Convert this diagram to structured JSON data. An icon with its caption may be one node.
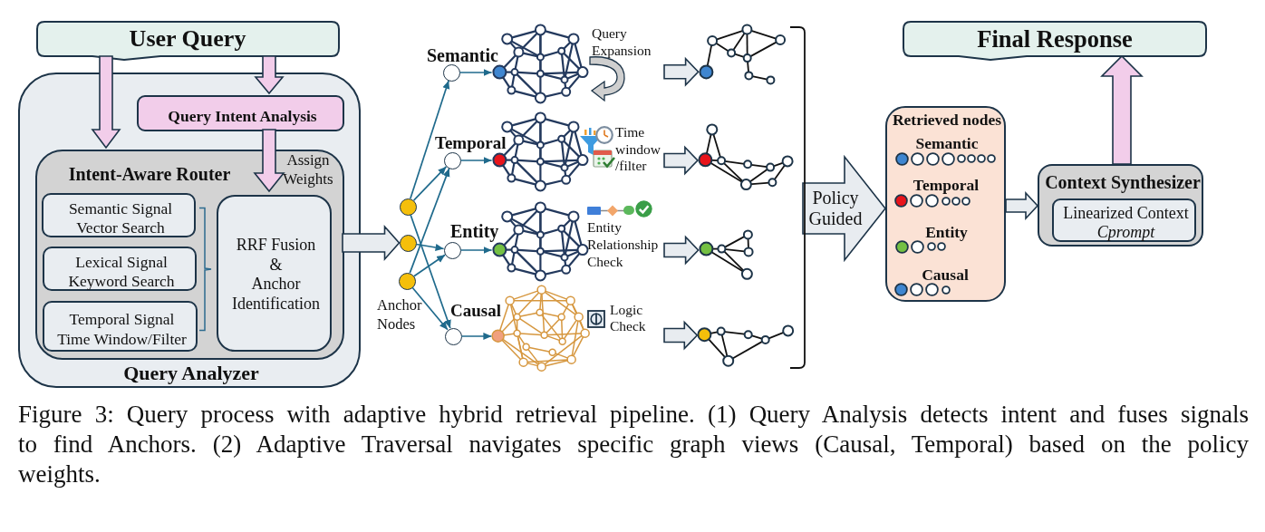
{
  "diagram": {
    "nodes": [
      {
        "text": [
          "User Query"
        ]
      },
      {
        "text": [
          "Query Analyzer"
        ]
      },
      {
        "text": [
          "Query Intent Analysis"
        ],
        "in": 1
      },
      {
        "text": [
          "Intent-Aware Router"
        ],
        "in": 1
      },
      {
        "text": [
          "Semantic Signal",
          "Vector Search"
        ],
        "in": 3
      },
      {
        "text": [
          "Lexical Signal",
          "Keyword Search"
        ],
        "in": 3
      },
      {
        "text": [
          "Temporal Signal",
          "Time Window/Filter"
        ],
        "in": 3
      },
      {
        "text": [
          "RRF Fusion & Anchor Identification"
        ],
        "in": 3
      },
      {
        "text": [],
        "shape": "circle"
      },
      {
        "text": [],
        "shape": "circle"
      },
      {
        "text": [],
        "shape": "circle"
      },
      {
        "text": [],
        "shape": "circle"
      },
      {
        "text": [],
        "shape": "circle"
      },
      {
        "text": [],
        "shape": "circle"
      },
      {
        "text": [],
        "shape": "circle"
      },
      {
        "text": [],
        "shape": "picture",
        "beside": [
          "Semantic",
          "Query Expansion"
        ]
      },
      {
        "text": [],
        "shape": "picture",
        "beside": [
          "Temporal",
          "Time window/filter"
        ]
      },
      {
        "text": [],
        "shape": "picture",
        "beside": [
          "Entity",
          "Entity Relationship Check"
        ]
      },
      {
        "text": [],
        "shape": "picture",
        "beside": [
          "Causal",
          "Logic Check"
        ]
      },
      {
        "text": [],
        "shape": "picture"
      },
      {
        "text": [],
        "shape": "picture"
      },
      {
        "text": [],
        "shape": "picture"
      },
      {
        "text": [],
        "shape": "picture"
      },
      {
        "text": [
          "Final Response"
        ]
      },
      {
        "text": [
          "Retrieved nodes",
          "Semantic",
          "Temporal",
          "Entity",
          "Causal"
        ]
      },
      {
        "text": [
          "Context Synthesizer"
        ]
      },
      {
        "text": [
          "Linearized Context *Cprompt*"
        ],
        "in": 25
      }
    ],
    "edges": [
      {
        "from": 0,
        "to": 3,
        "arrow": "to",
        "style": "thick",
        "color": "#f2cdea"
      },
      {
        "from": 0,
        "to": 2,
        "arrow": "to",
        "style": "thick",
        "color": "#f2cdea"
      },
      {
        "from": 2,
        "to": 7,
        "arrow": "to",
        "label": "Assign Weights",
        "style": "thick",
        "color": "#f2cdea"
      },
      {
        "from": 3,
        "to": 9,
        "arrow": "to",
        "style": "thick",
        "color": "#e8ecf0"
      },
      {
        "from": 8,
        "to": 11,
        "arrow": "to"
      },
      {
        "from": 8,
        "to": 12,
        "arrow": "to"
      },
      {
        "from": 8,
        "to": 14,
        "arrow": "to"
      },
      {
        "from": 9,
        "to": 13,
        "arrow": "to"
      },
      {
        "from": 10,
        "to": 12,
        "arrow": "to"
      },
      {
        "from": 10,
        "to": 13,
        "arrow": "to"
      },
      {
        "from": 10,
        "to": 14,
        "arrow": "to"
      },
      {
        "from": 11,
        "to": 15,
        "arrow": "to"
      },
      {
        "from": 12,
        "to": 16,
        "arrow": "to"
      },
      {
        "from": 13,
        "to": 17,
        "arrow": "to"
      },
      {
        "from": 14,
        "to": 18,
        "arrow": "to"
      },
      {
        "from": null,
        "to": 19,
        "arrow": "to",
        "style": "thick",
        "color": "#e8ecf0"
      },
      {
        "from": null,
        "to": 20,
        "arrow": "to",
        "style": "thick",
        "color": "#e8ecf0"
      },
      {
        "from": null,
        "to": 21,
        "arrow": "to",
        "style": "thick",
        "color": "#e8ecf0"
      },
      {
        "from": null,
        "to": 22,
        "arrow": "to",
        "style": "thick",
        "color": "#e8ecf0"
      },
      {
        "from": null,
        "to": 24,
        "arrow": "to",
        "label": "Policy Guided",
        "style": "thick",
        "color": "#e8ecf0"
      },
      {
        "from": 24,
        "to": 25,
        "arrow": "to",
        "style": "thick",
        "color": "#e8ecf0"
      },
      {
        "from": 25,
        "to": 23,
        "arrow": "to",
        "style": "thick",
        "color": "#f2cdea"
      }
    ],
    "labels": [
      "Anchor Nodes"
    ],
    "caption": "Figure 3: Query process with adaptive hybrid retrieval pipeline. (1) Query Analysis detects intent and fuses signals to find Anchors. (2) Adaptive Traversal navigates specific graph views (Causal, Temporal) based on the policy weights."
  }
}
